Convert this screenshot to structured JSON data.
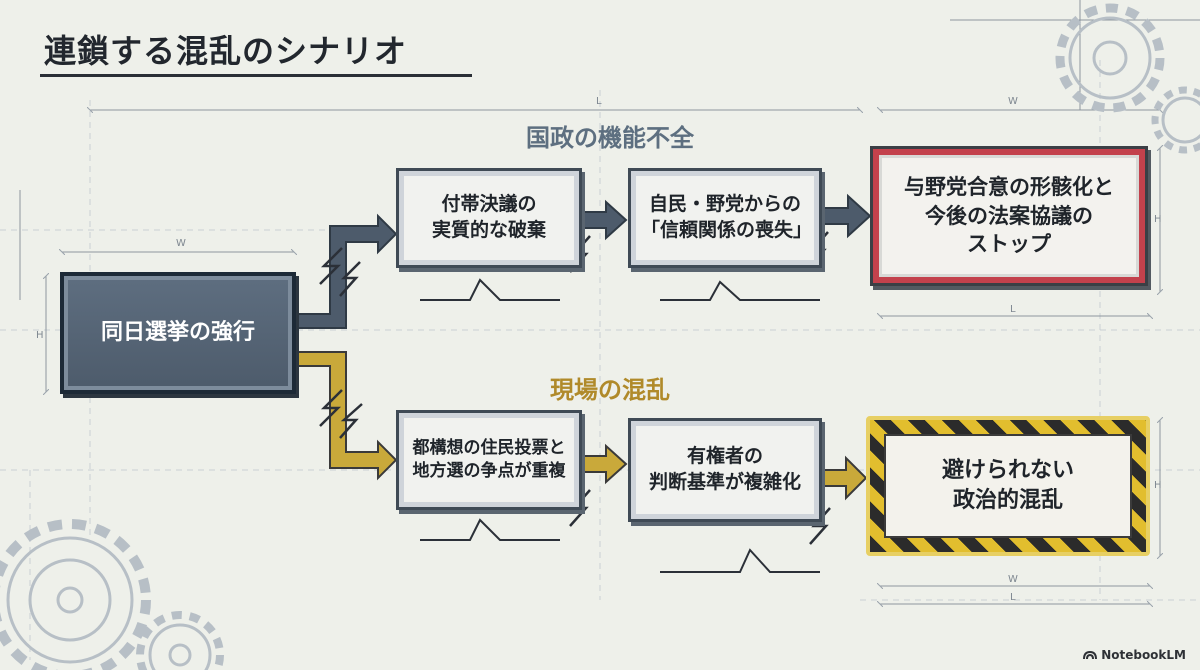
{
  "title": "連鎖する混乱のシナリオ",
  "sections": {
    "top": "国政の機能不全",
    "bottom": "現場の混乱"
  },
  "nodes": {
    "start": "同日選挙の強行",
    "top_1": [
      "付帯決議の",
      "実質的な破棄"
    ],
    "top_2": [
      "自民・野党からの",
      "「信頼関係の喪失」"
    ],
    "top_outcome": [
      "与野党合意の形骸化と",
      "今後の法案協議の",
      "ストップ"
    ],
    "bottom_1": [
      "都構想の住民投票と",
      "地方選の争点が重複"
    ],
    "bottom_2": [
      "有権者の",
      "判断基準が複雑化"
    ],
    "bottom_outcome": [
      "避けられない",
      "政治的混乱"
    ]
  },
  "dimension_marks": {
    "w": "W",
    "h": "H",
    "l": "L"
  },
  "brand": "NotebookLM",
  "colors": {
    "background": "#eef0ea",
    "start_box": "#5a6a7c",
    "top_arrow": "#4d5b6b",
    "bottom_arrow": "#c9a93a",
    "warning_red": "#c3414c",
    "hazard_yellow": "#e2be2e"
  }
}
